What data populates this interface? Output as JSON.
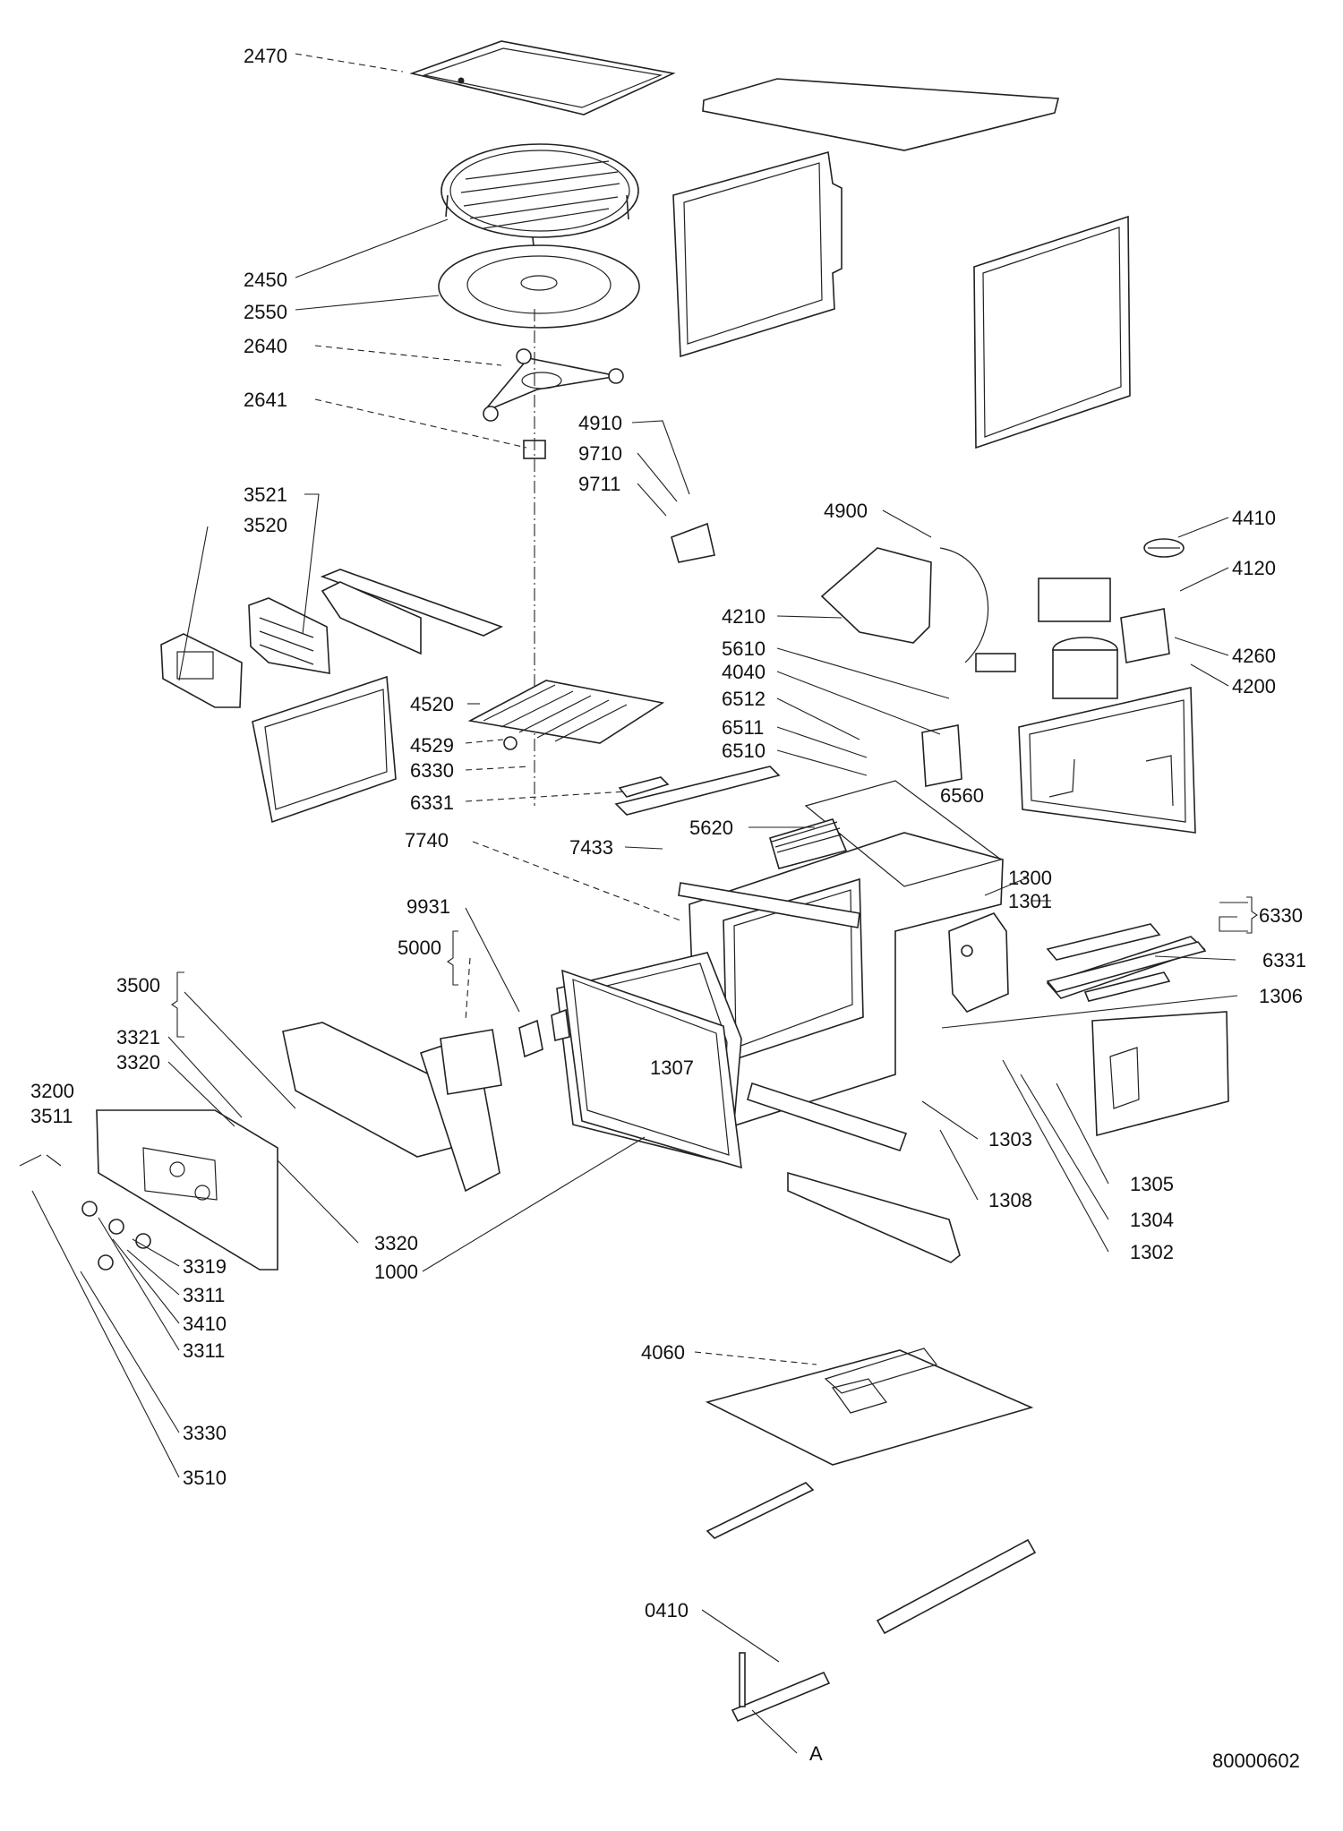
{
  "diagram": {
    "document_number": "80000602",
    "detail_marker": "A",
    "labels": [
      {
        "id": "lbl-2470",
        "text": "2470"
      },
      {
        "id": "lbl-2450",
        "text": "2450"
      },
      {
        "id": "lbl-2550",
        "text": "2550"
      },
      {
        "id": "lbl-2640",
        "text": "2640"
      },
      {
        "id": "lbl-2641",
        "text": "2641"
      },
      {
        "id": "lbl-3521",
        "text": "3521"
      },
      {
        "id": "lbl-3520",
        "text": "3520"
      },
      {
        "id": "lbl-4520",
        "text": "4520"
      },
      {
        "id": "lbl-4529",
        "text": "4529"
      },
      {
        "id": "lbl-6330a",
        "text": "6330"
      },
      {
        "id": "lbl-6331a",
        "text": "6331"
      },
      {
        "id": "lbl-7740",
        "text": "7740"
      },
      {
        "id": "lbl-9931",
        "text": "9931"
      },
      {
        "id": "lbl-5000",
        "text": "5000"
      },
      {
        "id": "lbl-3500",
        "text": "3500"
      },
      {
        "id": "lbl-3321",
        "text": "3321"
      },
      {
        "id": "lbl-3320a",
        "text": "3320"
      },
      {
        "id": "lbl-3200",
        "text": "3200"
      },
      {
        "id": "lbl-3511",
        "text": "3511"
      },
      {
        "id": "lbl-3320b",
        "text": "3320"
      },
      {
        "id": "lbl-1000",
        "text": "1000"
      },
      {
        "id": "lbl-3319",
        "text": "3319"
      },
      {
        "id": "lbl-3311a",
        "text": "3311"
      },
      {
        "id": "lbl-3410",
        "text": "3410"
      },
      {
        "id": "lbl-3311b",
        "text": "3311"
      },
      {
        "id": "lbl-3330",
        "text": "3330"
      },
      {
        "id": "lbl-3510",
        "text": "3510"
      },
      {
        "id": "lbl-4910",
        "text": "4910"
      },
      {
        "id": "lbl-9710",
        "text": "9710"
      },
      {
        "id": "lbl-9711",
        "text": "9711"
      },
      {
        "id": "lbl-4900",
        "text": "4900"
      },
      {
        "id": "lbl-4410",
        "text": "4410"
      },
      {
        "id": "lbl-4120",
        "text": "4120"
      },
      {
        "id": "lbl-4210",
        "text": "4210"
      },
      {
        "id": "lbl-5610",
        "text": "5610"
      },
      {
        "id": "lbl-4040",
        "text": "4040"
      },
      {
        "id": "lbl-6512",
        "text": "6512"
      },
      {
        "id": "lbl-6511",
        "text": "6511"
      },
      {
        "id": "lbl-6510",
        "text": "6510"
      },
      {
        "id": "lbl-6560",
        "text": "6560"
      },
      {
        "id": "lbl-4260",
        "text": "4260"
      },
      {
        "id": "lbl-4200",
        "text": "4200"
      },
      {
        "id": "lbl-7433",
        "text": "7433"
      },
      {
        "id": "lbl-5620",
        "text": "5620"
      },
      {
        "id": "lbl-1300",
        "text": "1300"
      },
      {
        "id": "lbl-1301",
        "text": "1301"
      },
      {
        "id": "lbl-6330b",
        "text": "6330"
      },
      {
        "id": "lbl-6331b",
        "text": "6331"
      },
      {
        "id": "lbl-1306",
        "text": "1306"
      },
      {
        "id": "lbl-1307",
        "text": "1307"
      },
      {
        "id": "lbl-1303",
        "text": "1303"
      },
      {
        "id": "lbl-1308",
        "text": "1308"
      },
      {
        "id": "lbl-1305",
        "text": "1305"
      },
      {
        "id": "lbl-1304",
        "text": "1304"
      },
      {
        "id": "lbl-1302",
        "text": "1302"
      },
      {
        "id": "lbl-4060",
        "text": "4060"
      },
      {
        "id": "lbl-0410",
        "text": "0410"
      }
    ]
  }
}
